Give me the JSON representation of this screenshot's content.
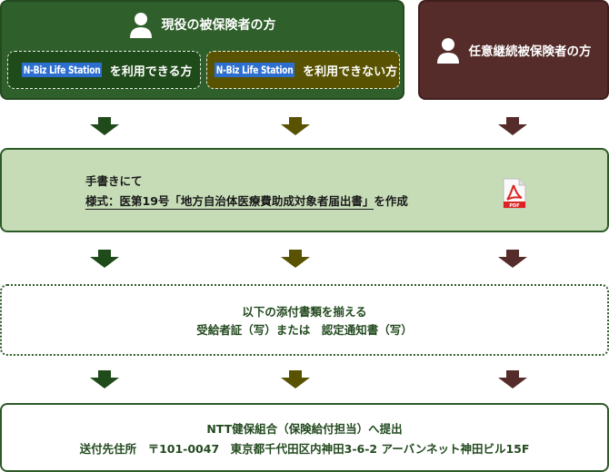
{
  "active_insured": {
    "title": "現役の被保険者の方",
    "can_use": {
      "brand": "N-Biz Life Station",
      "suffix": "を利用できる方"
    },
    "cannot_use": {
      "brand": "N-Biz Life Station",
      "suffix": "を利用できない方"
    }
  },
  "voluntary_insured": {
    "title": "任意継続被保険者の方"
  },
  "colors": {
    "green_dark": "#1f4a1a",
    "olive": "#595200",
    "maroon": "#552c29",
    "step1_bg": "#c6dcb7",
    "nbiz_blue": "#2d6fd0"
  },
  "step1": {
    "line1": "手書きにて",
    "form_link": "様式：医第19号「地方自治体医療費助成対象者届出書」",
    "line2_suffix": "を作成",
    "icon": "pdf-icon"
  },
  "step2": {
    "line1": "以下の添付書類を揃える",
    "line2": "受給者証（写）または　認定通知書（写）"
  },
  "step3": {
    "line1": "NTT健保組合（保険給付担当）へ提出",
    "line2": "送付先住所　〒101-0047　東京都千代田区内神田3-6-2 アーバンネット神田ビル15F"
  }
}
